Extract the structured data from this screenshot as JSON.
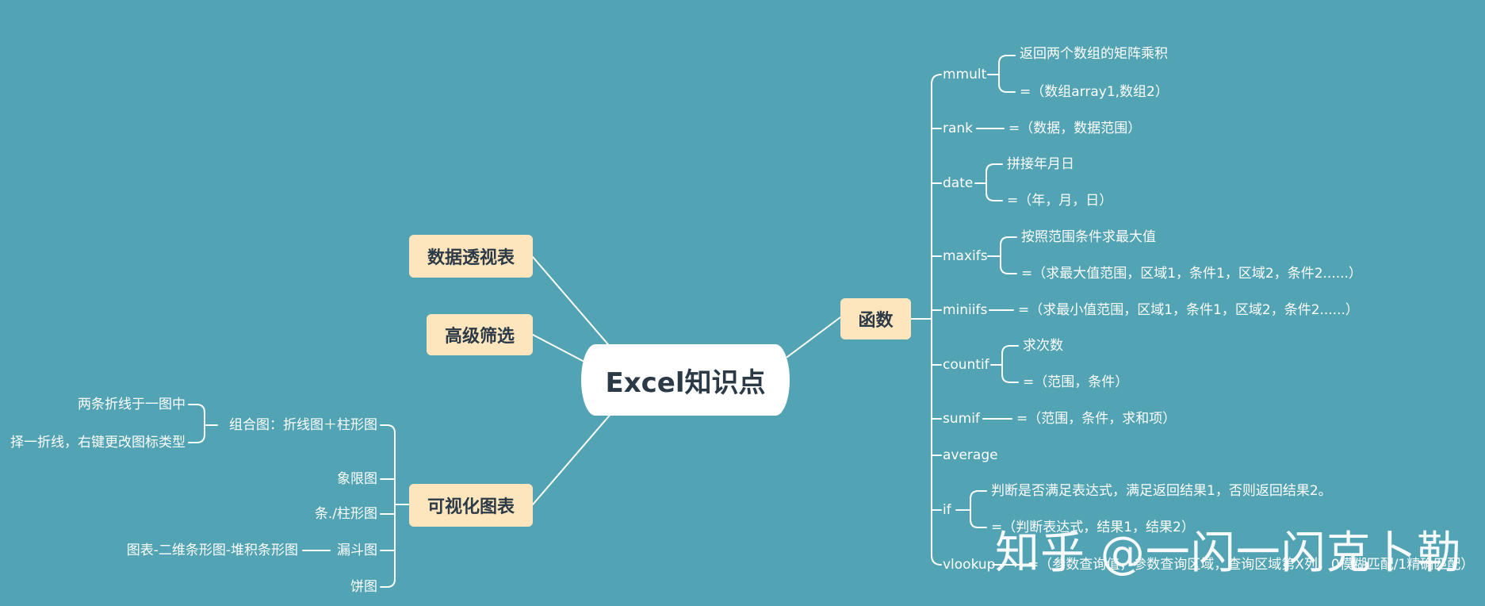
{
  "center": "Excel知识点",
  "topics": {
    "pivot": "数据透视表",
    "filter": "高级筛选",
    "charts": "可视化图表",
    "functions": "函数"
  },
  "functions": {
    "mmult": {
      "name": "mmult",
      "desc": "返回两个数组的矩阵乘积",
      "syntax": "=（数组array1,数组2）"
    },
    "rank": {
      "name": "rank",
      "syntax": "=（数据，数据范围）"
    },
    "date": {
      "name": "date",
      "desc": "拼接年月日",
      "syntax": "=（年，月，日）"
    },
    "maxifs": {
      "name": "maxifs",
      "desc": "按照范围条件求最大值",
      "syntax": "=（求最大值范围，区域1，条件1，区域2，条件2......）"
    },
    "miniifs": {
      "name": "miniifs",
      "syntax": "=（求最小值范围，区域1，条件1，区域2，条件2......）"
    },
    "countif": {
      "name": "countif",
      "desc": "求次数",
      "syntax": "=（范围，条件）"
    },
    "sumif": {
      "name": "sumif",
      "syntax": "=（范围，条件，求和项）"
    },
    "average": {
      "name": "average"
    },
    "if": {
      "name": "if",
      "desc": "判断是否满足表达式，满足返回结果1，否则返回结果2。",
      "syntax": "=（判断表达式，结果1，结果2）"
    },
    "vlookup": {
      "name": "vlookup",
      "syntax": "=（参数查询值，参数查询区域，查询区域第X列，0模糊匹配/1精确匹配）"
    }
  },
  "charts": {
    "combo": "组合图：折线图＋柱形图",
    "combo_note1": "两条折线于一图中",
    "combo_note2": "择一折线，右键更改图标类型",
    "quadrant": "象限图",
    "bar": "条./柱形图",
    "funnel": "漏斗图",
    "funnel_note": "图表-二维条形图-堆积条形图",
    "pie": "饼图"
  },
  "watermark": "知乎 @一闪一闪克卜勒",
  "colors": {
    "background": "#52a3b3",
    "topic_fill": "#fde5bd",
    "line": "#ffffff"
  }
}
